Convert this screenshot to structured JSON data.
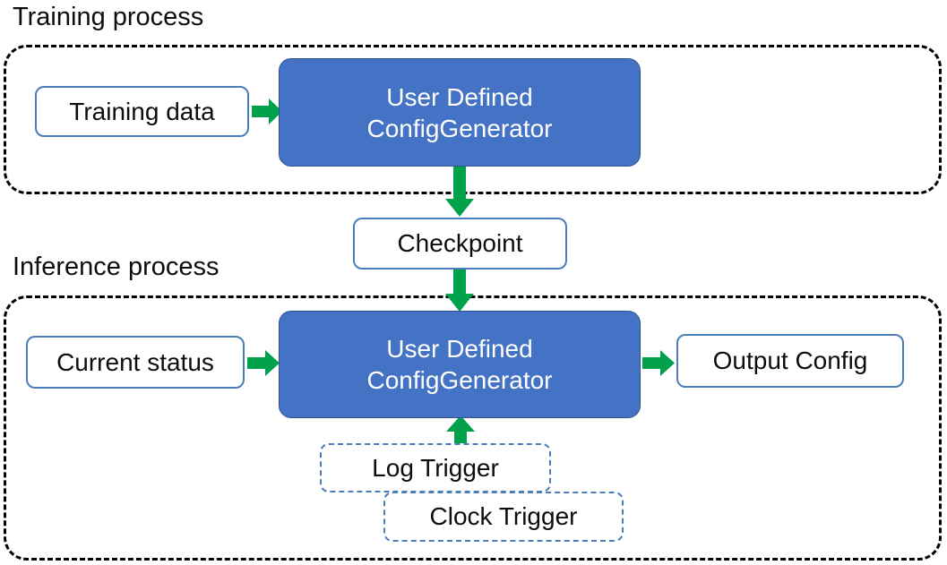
{
  "diagram": {
    "title_training": "Training process",
    "title_inference": "Inference process",
    "colors": {
      "process_box_fill": "#4472c4",
      "process_box_border": "#2f528f",
      "io_box_border": "#4a7ebb",
      "trigger_box_border": "#4a7ebb",
      "arrow": "#00a14b",
      "container_border": "#000000",
      "text_dark": "#0d0d0d",
      "text_light": "#ffffff",
      "background": "#ffffff"
    }
  },
  "training": {
    "input_box": "Training data",
    "process_box_line1": "User Defined",
    "process_box_line2": "ConfigGenerator"
  },
  "checkpoint": {
    "label": "Checkpoint"
  },
  "inference": {
    "input_box": "Current status",
    "process_box_line1": "User Defined",
    "process_box_line2": "ConfigGenerator",
    "output_box": "Output Config",
    "triggers": [
      {
        "label": "Log Trigger"
      },
      {
        "label": "Clock Trigger"
      }
    ]
  },
  "arrows": [
    {
      "name": "training-data-to-generator",
      "direction": "right"
    },
    {
      "name": "training-generator-to-checkpoint",
      "direction": "down"
    },
    {
      "name": "checkpoint-to-inference-generator",
      "direction": "down"
    },
    {
      "name": "current-status-to-generator",
      "direction": "right"
    },
    {
      "name": "inference-generator-to-output-config",
      "direction": "right"
    },
    {
      "name": "log-trigger-to-generator",
      "direction": "up"
    }
  ]
}
